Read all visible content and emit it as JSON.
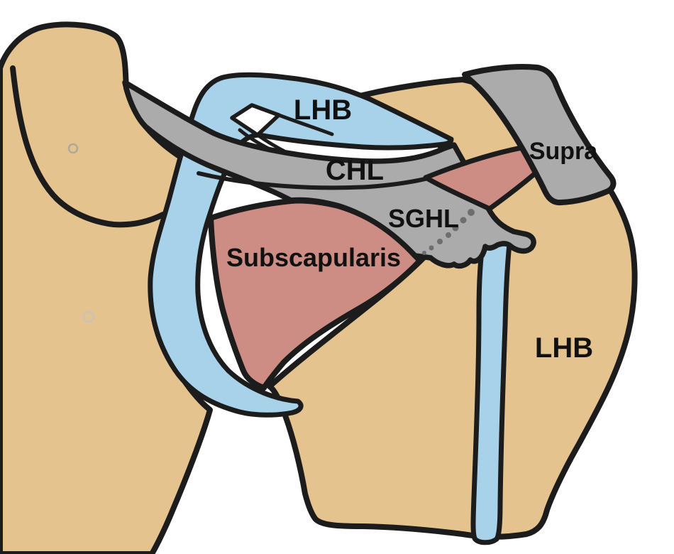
{
  "diagram": {
    "type": "anatomical-illustration",
    "subject": "Shoulder rotator interval / biceps pulley schematic drawing",
    "labels": [
      {
        "id": "lhb-superior",
        "text": "LHB"
      },
      {
        "id": "chl",
        "text": "CHL"
      },
      {
        "id": "sghl",
        "text": "SGHL"
      },
      {
        "id": "supra",
        "text": "Supra"
      },
      {
        "id": "subscapularis",
        "text": "Subscapularis"
      },
      {
        "id": "lhb-distal",
        "text": "LHB"
      }
    ],
    "colors": {
      "bone_tan": "#e5c38f",
      "tendon_blue": "#a7d2ea",
      "ligament_gray": "#ababab",
      "muscle_pink": "#cd8d84",
      "outline_black": "#1c1c1c",
      "dotted_line_gray": "#6e6e6e",
      "background": "#ffffff"
    }
  }
}
